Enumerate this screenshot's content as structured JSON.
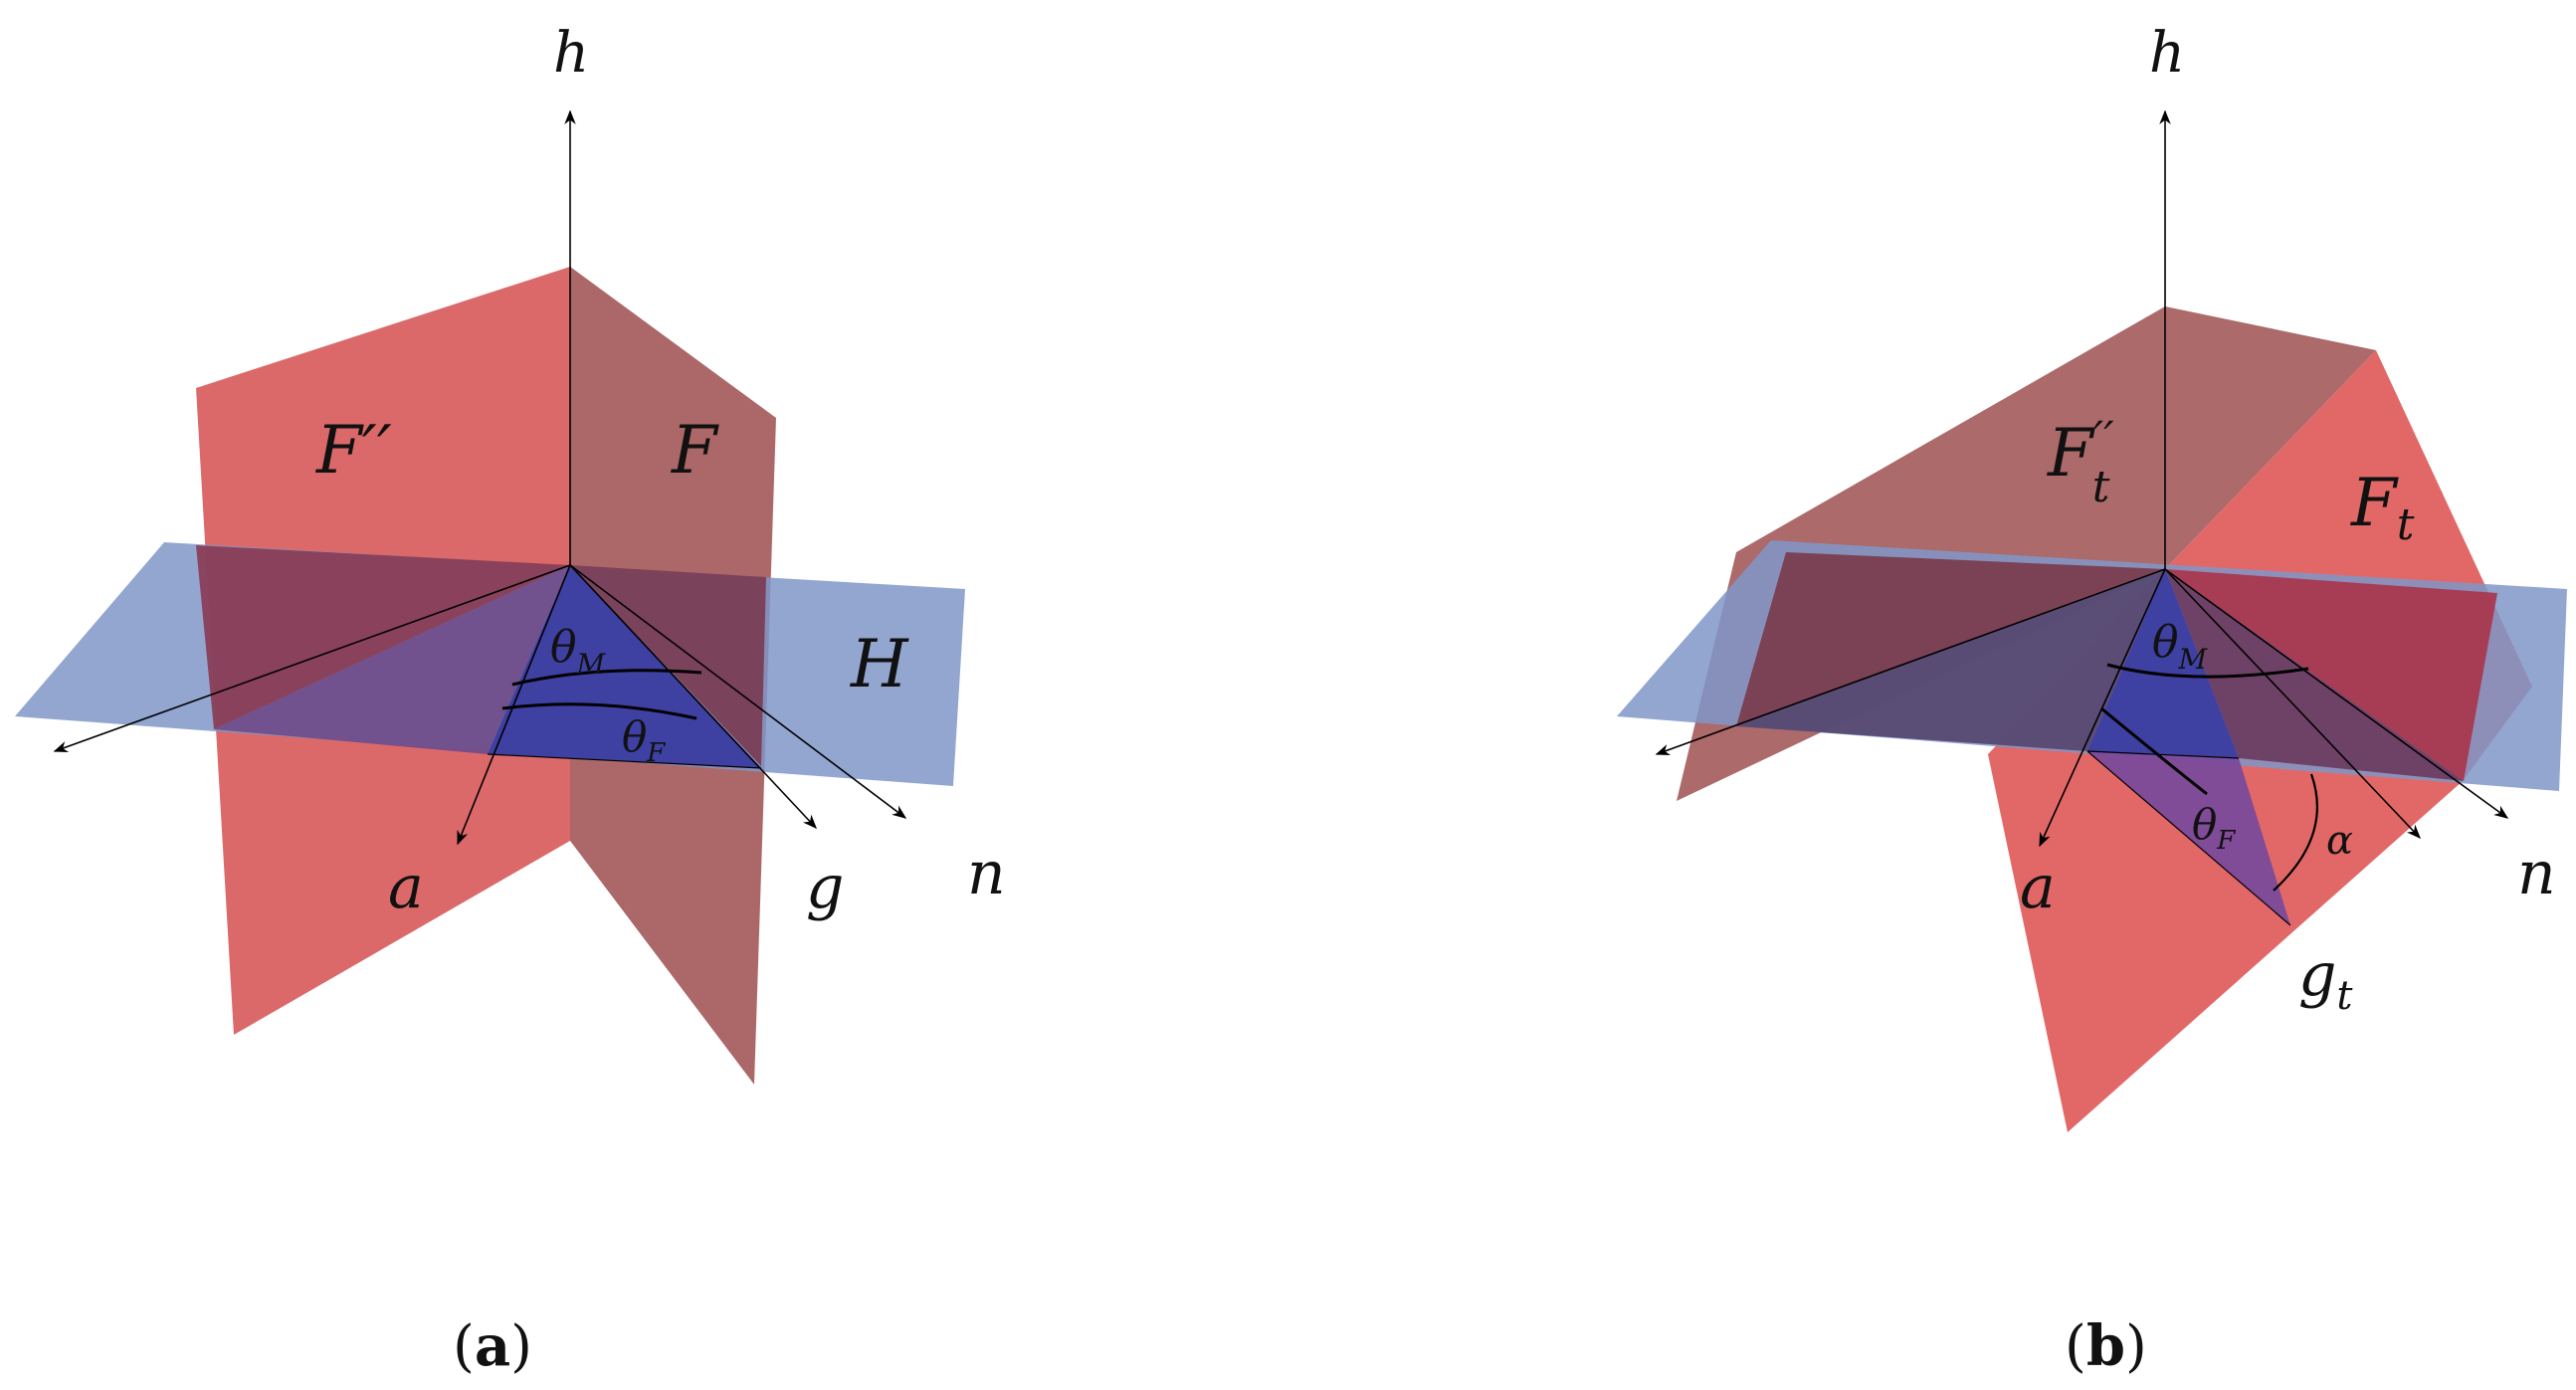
{
  "panels": [
    {
      "id": "a",
      "caption_open": "(",
      "caption_letter": "a",
      "caption_close": ")",
      "labels": {
        "h": "h",
        "F2": "F′′",
        "F": "F",
        "H": "H",
        "thetaM": "θ",
        "thetaM_sub": "M",
        "thetaF": "θ",
        "thetaF_sub": "F",
        "a": "a",
        "g": "g",
        "n": "n"
      }
    },
    {
      "id": "b",
      "caption_open": "(",
      "caption_letter": "b",
      "caption_close": ")",
      "labels": {
        "h": "h",
        "F2": "F",
        "F2_sup": "′′",
        "F2_sub": "t",
        "F": "F",
        "F_sub": "t",
        "thetaM": "θ",
        "thetaM_sub": "M",
        "thetaF": "θ",
        "thetaF_sub": "F",
        "alpha": "α",
        "a": "a",
        "g": "g",
        "g_sub": "t",
        "n": "n"
      }
    }
  ],
  "colors": {
    "red_plane": "#d85c5c",
    "red_plane_dark": "#a86262",
    "blue_plane": "#7f97c8",
    "overlap": "#8a3a52",
    "triangle": "#3a3ca0",
    "violet": "#7a4a9a",
    "line": "#000000"
  }
}
